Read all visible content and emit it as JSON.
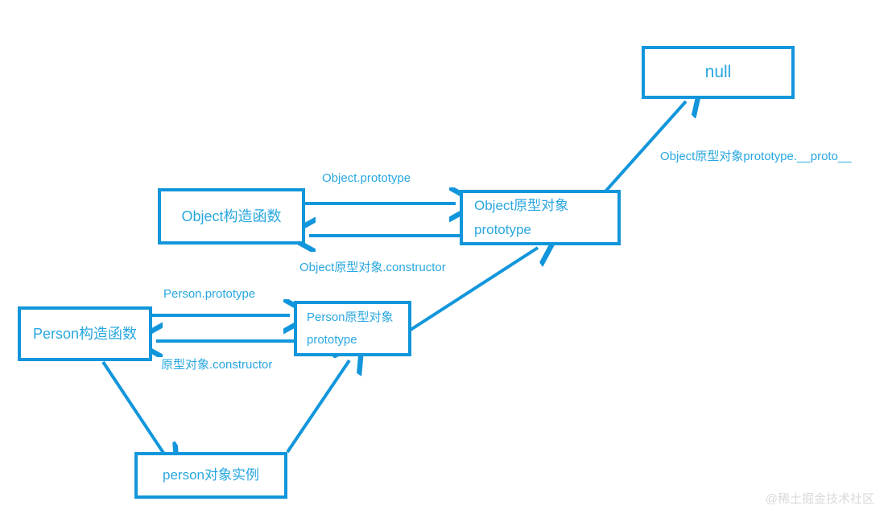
{
  "diagram": {
    "stroke_color": "#1296db",
    "text_color": "#29a7e0",
    "background": "#ffffff",
    "watermark": "@稀土掘金技术社区",
    "nodes": [
      {
        "id": "null-node",
        "label": "null"
      },
      {
        "id": "object-constructor",
        "label": "Object构造函数"
      },
      {
        "id": "object-prototype-line1",
        "label": "Object原型对象"
      },
      {
        "id": "object-prototype-line2",
        "label": "prototype"
      },
      {
        "id": "person-constructor",
        "label": "Person构造函数"
      },
      {
        "id": "person-prototype-line1",
        "label": "Person原型对象"
      },
      {
        "id": "person-prototype-line2",
        "label": "prototype"
      },
      {
        "id": "person-instance",
        "label": "person对象实例"
      }
    ],
    "edge_labels": [
      {
        "id": "object-proto-proto",
        "text": "Object原型对象prototype.__proto__"
      },
      {
        "id": "object-prototype",
        "text": "Object.prototype"
      },
      {
        "id": "object-constructor-label",
        "text": "Object原型对象.constructor"
      },
      {
        "id": "person-prototype",
        "text": "Person.prototype"
      },
      {
        "id": "person-constructor-label",
        "text": "原型对象.constructor"
      }
    ]
  }
}
